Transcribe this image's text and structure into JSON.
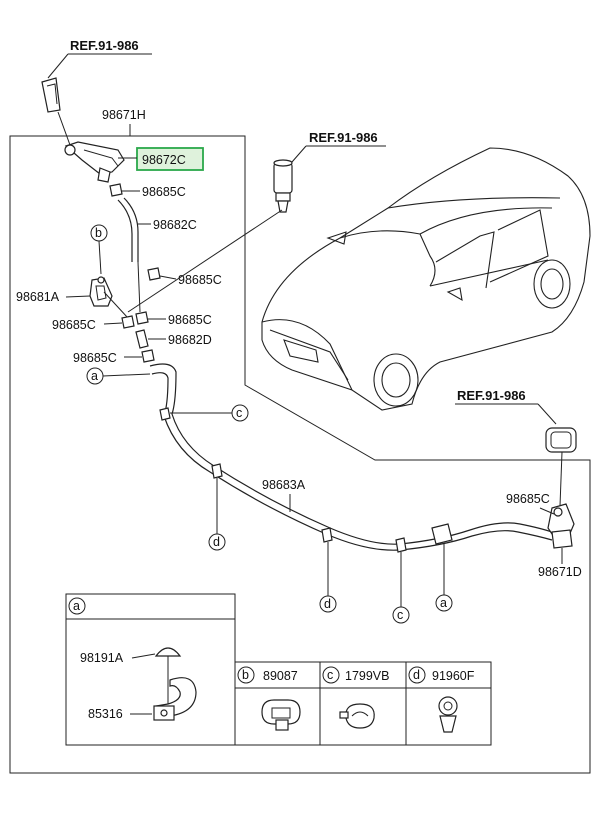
{
  "refs": {
    "top_left": "REF.91-986",
    "top_center": "REF.91-986",
    "right": "REF.91-986"
  },
  "parts": {
    "p98671H": "98671H",
    "p98672C": "98672C",
    "p98685C_1": "98685C",
    "p98682C": "98682C",
    "p98685C_2": "98685C",
    "p98681A": "98681A",
    "p98685C_3": "98685C",
    "p98685C_4": "98685C",
    "p98682D": "98682D",
    "p98685C_5": "98685C",
    "p98683A": "98683A",
    "p98685C_6": "98685C",
    "p98671D": "98671D"
  },
  "callouts": {
    "b": "b",
    "a": "a",
    "c": "c",
    "d1": "d",
    "d2": "d",
    "c2": "c",
    "a2": "a"
  },
  "legend": {
    "a_key": "a",
    "a_part1": "98191A",
    "a_part2": "85316",
    "b_key": "b",
    "b_part": "89087",
    "c_key": "c",
    "c_part": "1799VB",
    "d_key": "d",
    "d_part": "91960F"
  },
  "highlight_color": "#2aa84a",
  "highlight_fill": "#dff2dc"
}
